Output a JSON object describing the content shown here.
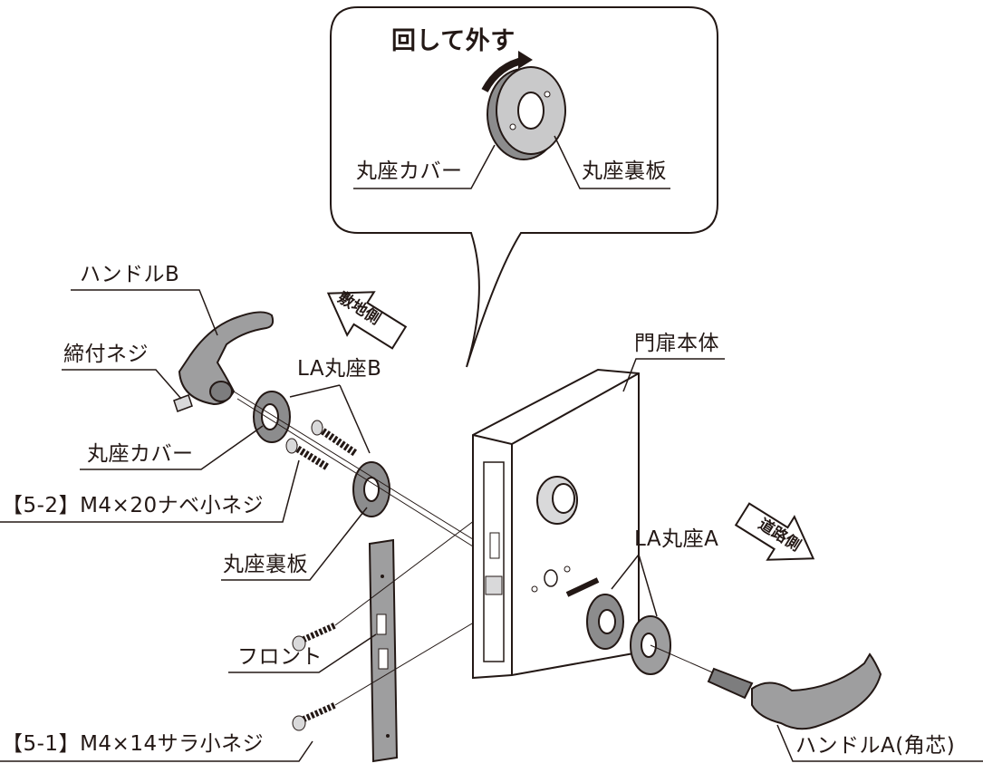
{
  "callout": {
    "title": "回して外す",
    "left_label": "丸座カバー",
    "right_label": "丸座裏板"
  },
  "labels": {
    "handle_b": "ハンドルB",
    "tightening_screw": "締付ネジ",
    "la_rosette_b": "LA丸座B",
    "rosette_cover": "丸座カバー",
    "screw_5_2": "【5-2】M4×20ナベ小ネジ",
    "rosette_back_plate": "丸座裏板",
    "front": "フロント",
    "screw_5_1": "【5-1】M4×14サラ小ネジ",
    "gate_door_body": "門扉本体",
    "la_rosette_a": "LA丸座A",
    "handle_a": "ハンドルA(角芯)"
  },
  "direction_arrows": {
    "premises_side": "敷地側",
    "road_side": "道路側"
  },
  "icons": [
    "rotation-arrow-icon",
    "premises-side-arrow-icon",
    "road-side-arrow-icon"
  ],
  "colors": {
    "line": "#231815",
    "part_fill": "#9e9e9f",
    "light_fill": "#d9d9da"
  }
}
